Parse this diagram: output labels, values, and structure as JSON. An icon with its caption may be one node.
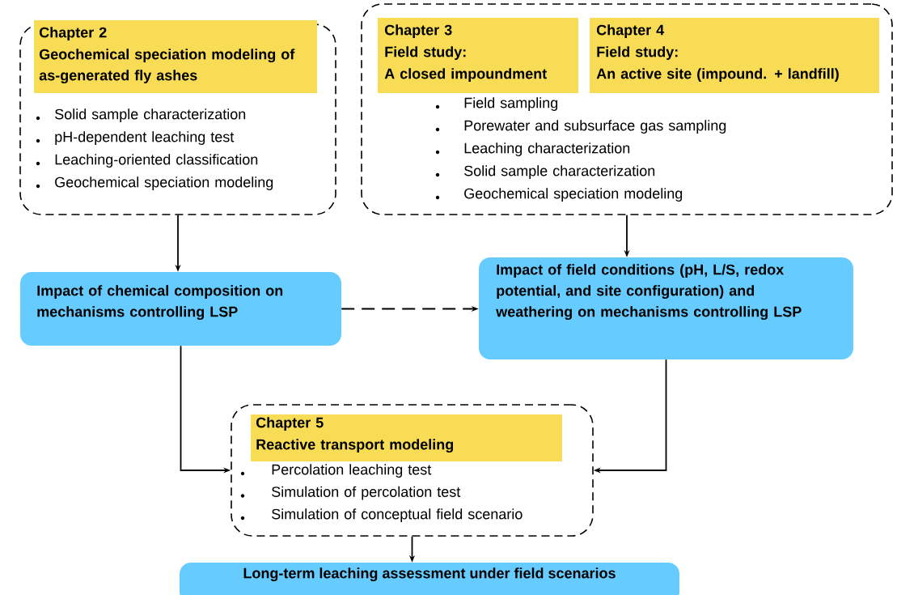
{
  "diagram": {
    "nodes": [
      {
        "text": [
          "Solid sample characterization",
          "pH-dependent leaching test",
          "Leaching-oriented classification",
          "Geochemical speciation modeling"
        ]
      },
      {
        "text": [
          "Chapter 2",
          "Geochemical speciation modeling of as-generated fly ashes"
        ],
        "in": 0
      },
      {
        "text": [
          "Field sampling",
          "Porewater and subsurface gas sampling",
          "Leaching characterization",
          "Solid sample characterization",
          "Geochemical speciation modeling"
        ]
      },
      {
        "text": [
          "Chapter 3",
          "Field study:",
          "A closed impoundment"
        ],
        "in": 2
      },
      {
        "text": [
          "Chapter 4",
          "Field study:",
          "An active site (impound. + landfill)"
        ],
        "in": 2
      },
      {
        "text": [
          "Impact of chemical composition on mechanisms controlling LSP"
        ]
      },
      {
        "text": [
          "Impact of field conditions (pH, L/S, redox potential, and site configuration) and weathering on mechanisms controlling LSP"
        ]
      },
      {
        "text": [
          "Percolation leaching test",
          "Simulation of percolation test",
          "Simulation of conceptual field scenario"
        ]
      },
      {
        "text": [
          "Chapter 5",
          "Reactive transport modeling"
        ],
        "in": 7
      },
      {
        "text": [
          "Long-term leaching assessment under field scenarios"
        ]
      }
    ],
    "edges": [
      {
        "from": 0,
        "to": 5,
        "arrow": "to"
      },
      {
        "from": 2,
        "to": 6,
        "arrow": "to"
      },
      {
        "from": 5,
        "to": 6,
        "arrow": "to",
        "style": "dashed"
      },
      {
        "from": 5,
        "to": 7,
        "arrow": "to"
      },
      {
        "from": 6,
        "to": 7,
        "arrow": "to"
      },
      {
        "from": 7,
        "to": 9,
        "arrow": "to"
      }
    ]
  }
}
